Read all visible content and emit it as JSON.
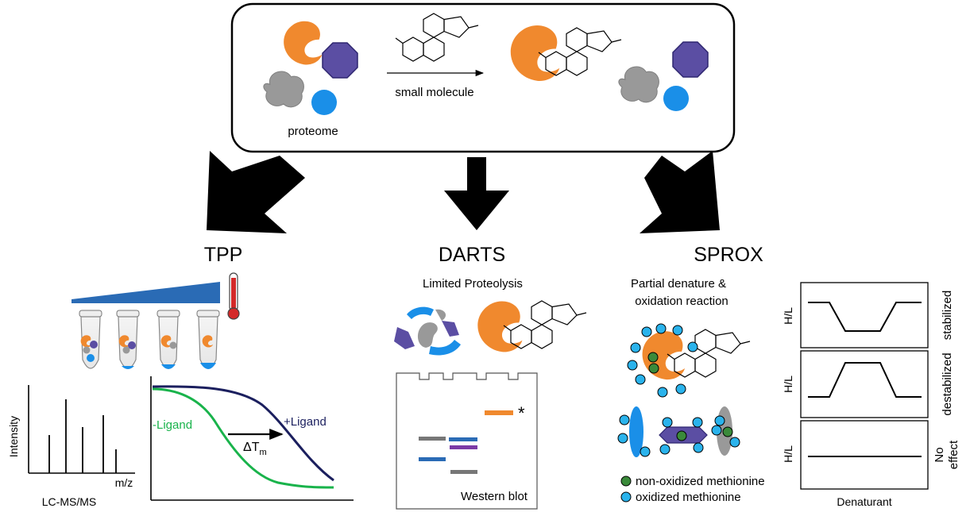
{
  "top_box": {
    "proteome_label": "proteome",
    "reaction_label": "small molecule"
  },
  "sections": {
    "tpp": {
      "title": "TPP"
    },
    "darts": {
      "title": "DARTS"
    },
    "sprox": {
      "title": "SPROX"
    }
  },
  "tpp": {
    "spectrum": {
      "ylabel": "Intensity",
      "xlabel": "m/z",
      "caption": "LC-MS/MS"
    },
    "melt_curve": {
      "minus_ligand": "-Ligand",
      "plus_ligand": "+Ligand",
      "delta_tm": "ΔT",
      "delta_tm_sub": "m"
    }
  },
  "darts": {
    "step_label": "Limited Proteolysis",
    "blot_label": "Western blot",
    "asterisk": "*"
  },
  "sprox": {
    "step_label_line1": "Partial denature &",
    "step_label_line2": "oxidation reaction",
    "legend_non_oxidized": "non-oxidized methionine",
    "legend_oxidized": "oxidized methionine",
    "panels": [
      {
        "ylabel": "H/L",
        "side_label_line1": "stabilized",
        "side_label_line2": ""
      },
      {
        "ylabel": "H/L",
        "side_label_line1": "destabilized",
        "side_label_line2": ""
      },
      {
        "ylabel": "H/L",
        "side_label_line1": "No",
        "side_label_line2": "effect"
      }
    ],
    "xlabel": "Denaturant"
  },
  "colors": {
    "protein_orange": "#f0892e",
    "protein_purple": "#5b4ea3",
    "protein_gray": "#999999",
    "protein_blue": "#1a8fe8",
    "oxidized_cyan": "#2ab3ec",
    "non_oxidized_green": "#3a8a3a",
    "thermo_red": "#d42a2a",
    "gradient_blue": "#2a6bb5",
    "curve_green": "#19b34b",
    "curve_navy": "#1b1f5e",
    "blot_purple": "#7b3aa6"
  }
}
